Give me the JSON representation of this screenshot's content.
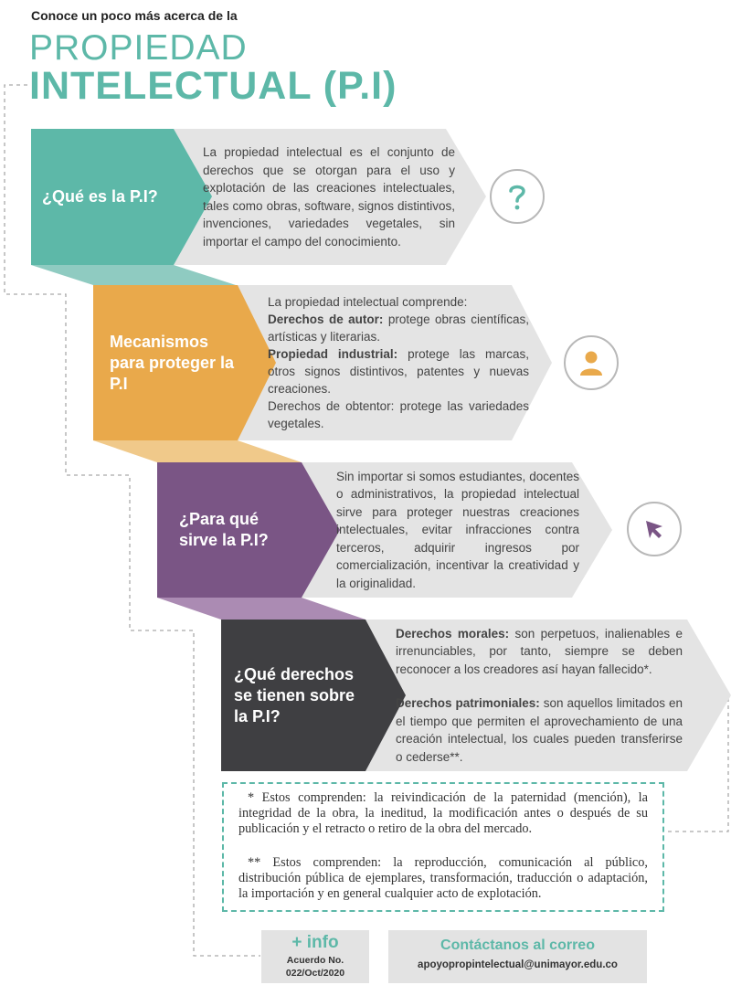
{
  "header": {
    "kicker": "Conoce un poco más acerca de la",
    "title_line1": "PROPIEDAD",
    "title_line2": "INTELECTUAL (P.I)"
  },
  "sections": [
    {
      "label": "¿Qué es la P.I?",
      "color": "#5db8a8",
      "icon": "question-icon",
      "paragraphs": [
        [
          {
            "text": "La propiedad intelectual es el conjunto de derechos que se otorgan para el uso y explotación de las creaciones intelectuales, tales como obras, software, signos distintivos, invenciones, variedades vegetales, sin importar el campo del conocimiento."
          }
        ]
      ]
    },
    {
      "label": "Mecanismos para proteger la P.I",
      "color": "#e9a94b",
      "icon": "user-icon",
      "paragraphs": [
        [
          {
            "text": "La propiedad intelectual comprende:"
          }
        ],
        [
          {
            "bold": "Derechos de autor:"
          },
          {
            "text": " protege obras científicas, artísticas y literarias."
          }
        ],
        [
          {
            "bold": "Propiedad industrial:"
          },
          {
            "text": " protege las marcas, otros signos distintivos, patentes y nuevas creaciones."
          }
        ],
        [
          {
            "text": "Derechos de obtentor: protege las variedades vegetales."
          }
        ]
      ]
    },
    {
      "label": "¿Para qué sirve la P.I?",
      "color": "#7a5585",
      "icon": "cursor-icon",
      "paragraphs": [
        [
          {
            "text": "Sin importar si somos estudiantes, docentes o administrativos, la propiedad intelectual sirve para proteger nuestras creaciones intelectuales, evitar infracciones contra terceros, adquirir ingresos por comercialización, incentivar la creatividad y la originalidad."
          }
        ]
      ]
    },
    {
      "label": "¿Qué derechos se tienen sobre la P.I?",
      "color": "#3f3f42",
      "icon": "",
      "paragraphs": [
        [
          {
            "bold": "Derechos morales:"
          },
          {
            "text": " son perpetuos, inalienables e irrenunciables, por tanto, siempre se deben reconocer a los creadores así hayan fallecido*."
          }
        ],
        [
          {
            "bold": "Derechos patrimoniales:"
          },
          {
            "text": " son aquellos limitados en el tiempo que permiten el aprovechamiento de una creación intelectual, los cuales pueden transferirse o cederse**."
          }
        ]
      ]
    }
  ],
  "notes": {
    "note1": "* Estos comprenden: la reivindicación de la paternidad (mención), la integridad de la obra, la ineditud, la modificación antes o después de su publicación y el retracto o retiro de la obra del mercado.",
    "note2": "** Estos comprenden: la reproducción, comunicación al público, distribución pública de ejemplares, transformación, traducción o adaptación, la importación y en general cualquier acto de explotación."
  },
  "footer": {
    "info_title": "+ info",
    "info_line1": "Acuerdo No.",
    "info_line2": "022/Oct/2020",
    "contact_title": "Contáctanos al correo",
    "contact_email": "apoyopropintelectual@unimayor.edu.co"
  },
  "colors": {
    "teal": "#5db8a8",
    "orange": "#e9a94b",
    "purple": "#7a5585",
    "dark": "#3f3f42",
    "gray_panel": "#e4e4e4"
  }
}
